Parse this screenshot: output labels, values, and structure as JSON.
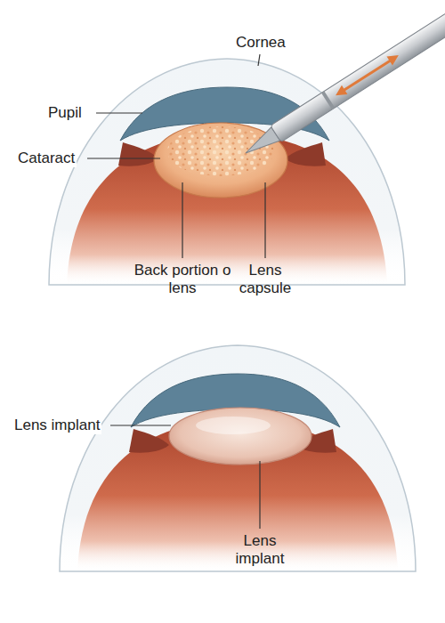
{
  "diagram": {
    "labels": [
      "Cornea",
      "Pupil",
      "Cataract",
      "Back portion o lens",
      "Lens capsule",
      "Lens implant",
      "Lens implant"
    ]
  }
}
